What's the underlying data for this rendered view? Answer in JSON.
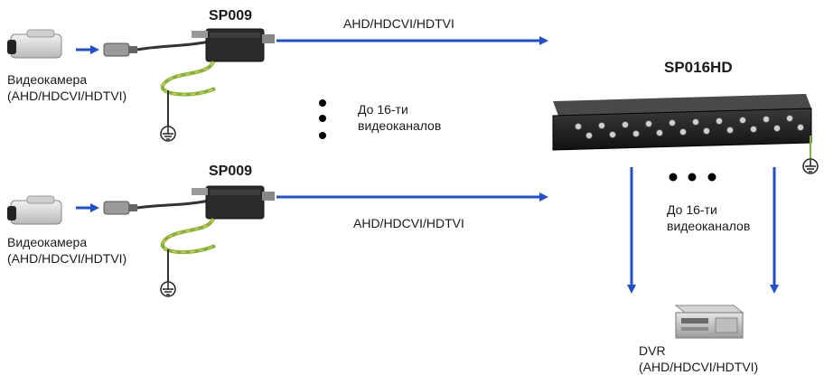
{
  "row1": {
    "camera_label_line1": "Видеокамера",
    "camera_label_line2": "(AHD/HDCVI/HDTVI)",
    "device_name": "SP009",
    "signal_label": "AHD/HDCVI/HDTVI"
  },
  "row2": {
    "camera_label_line1": "Видеокамера",
    "camera_label_line2": "(AHD/HDCVI/HDTVI)",
    "device_name": "SP009",
    "signal_label": "AHD/HDCVI/HDTVI"
  },
  "channels_note_left": {
    "line1": "До 16-ти",
    "line2": "видеоканалов"
  },
  "receiver": {
    "name": "SP016HD"
  },
  "channels_note_right": {
    "line1": "До 16-ти",
    "line2": "видеоканалов"
  },
  "dvr": {
    "line1": "DVR",
    "line2": "(AHD/HDCVI/HDTVI)"
  },
  "colors": {
    "arrow": "#1f4fd6",
    "cable_green": "#7fb43a",
    "cable_yellow": "#d8c634",
    "device": "#2a2a2a"
  }
}
